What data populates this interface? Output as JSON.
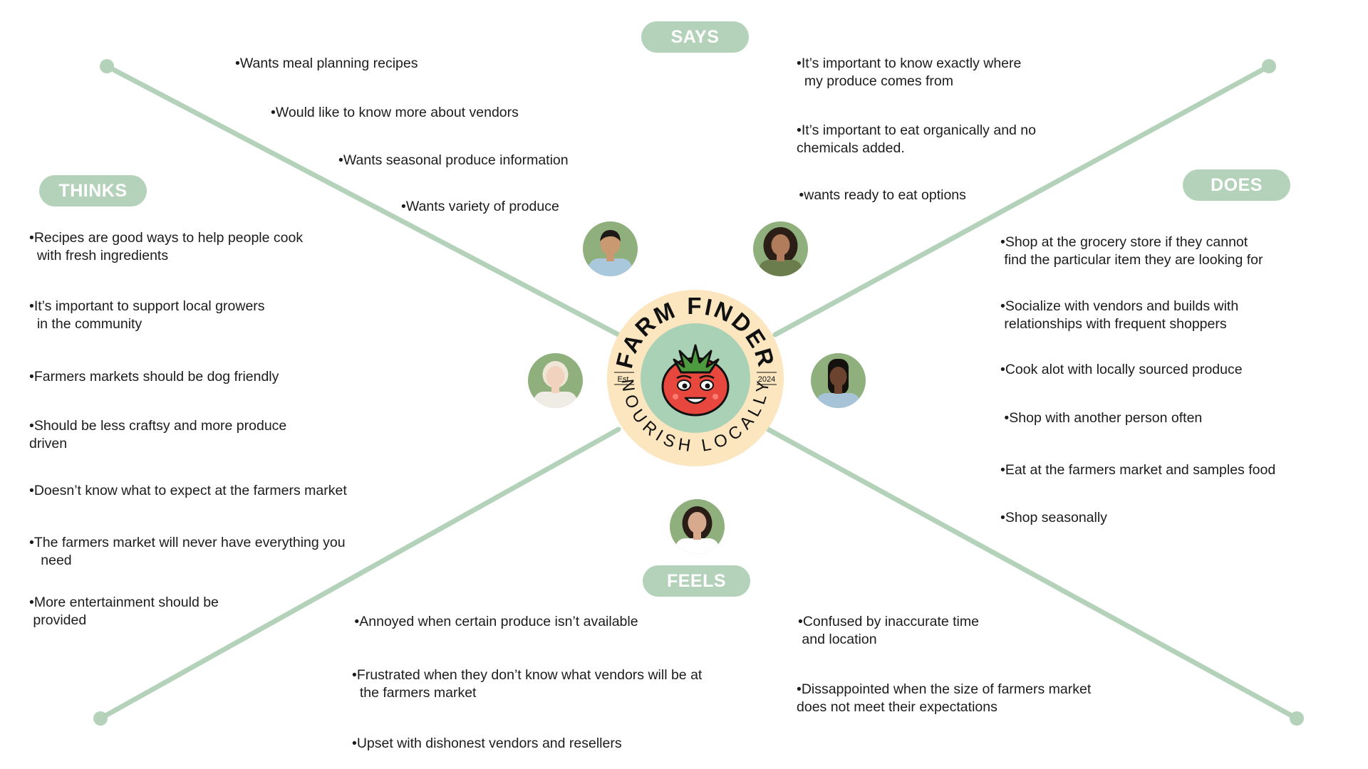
{
  "diagram": {
    "line_color": "#b3d2b9",
    "pill_color": "#b3d2b9",
    "logo_ring_color": "#fbe6c0",
    "logo_inner_color": "#a9d1b5",
    "tomato_color": "#e8473d"
  },
  "labels": {
    "says": "SAYS",
    "thinks": "THINKS",
    "does": "DOES",
    "feels": "FEELS"
  },
  "says": {
    "left": [
      "•Wants meal planning recipes",
      "•Would like to know more about vendors",
      "•Wants seasonal produce information",
      "•Wants variety of produce"
    ],
    "right": [
      "•It’s important to know exactly where\n  my produce comes from",
      "•It’s important to eat organically and no\nchemicals added.",
      " •wants ready to eat options"
    ]
  },
  "thinks": [
    "•Recipes are good ways to help people cook\n  with fresh ingredients",
    "•It’s important to support local growers\n  in the community",
    "•Farmers markets should be dog friendly",
    "•Should be less craftsy and more produce\ndriven",
    "•Doesn’t know what to expect at the farmers market",
    "•The farmers market will never have everything you\n   need",
    "•More entertainment should be\n provided"
  ],
  "does": [
    "•Shop at the grocery store if they cannot\n find the particular item they are looking for",
    "•Socialize with vendors and builds with\n relationships with frequent shoppers",
    "•Cook alot with locally sourced produce",
    " •Shop with another person often",
    "•Eat at the farmers market and samples food",
    "•Shop seasonally"
  ],
  "feels": {
    "left": [
      " •Annoyed when certain produce isn’t available",
      "•Frustrated when they don’t know what vendors will be at\n  the farmers market",
      "•Upset with dishonest vendors and resellers"
    ],
    "right": [
      "•Confused by inaccurate time\n and location",
      "•Dissappointed when the size of farmers market\ndoes not meet their expectations"
    ]
  },
  "logo": {
    "title": "FARM FINDER",
    "tagline": "NOURISH LOCALLY",
    "est": "Est.",
    "year": "2024"
  },
  "avatars": [
    {
      "name": "man-smiling",
      "skin": "#c99a72",
      "hair": "#1f1a17",
      "shirt": "#a9c8dc"
    },
    {
      "name": "woman-curly-hair",
      "skin": "#b07c5c",
      "hair": "#2b1e17",
      "shirt": "#6b7d4c"
    },
    {
      "name": "woman-blonde",
      "skin": "#f0d2bf",
      "hair": "#efe6d5",
      "shirt": "#efece6"
    },
    {
      "name": "woman-braids",
      "skin": "#6b432e",
      "hair": "#15110f",
      "shirt": "#a7c3d8"
    },
    {
      "name": "woman-dark-hair",
      "skin": "#d7a98d",
      "hair": "#2a1d18",
      "shirt": "#ffffff"
    }
  ]
}
